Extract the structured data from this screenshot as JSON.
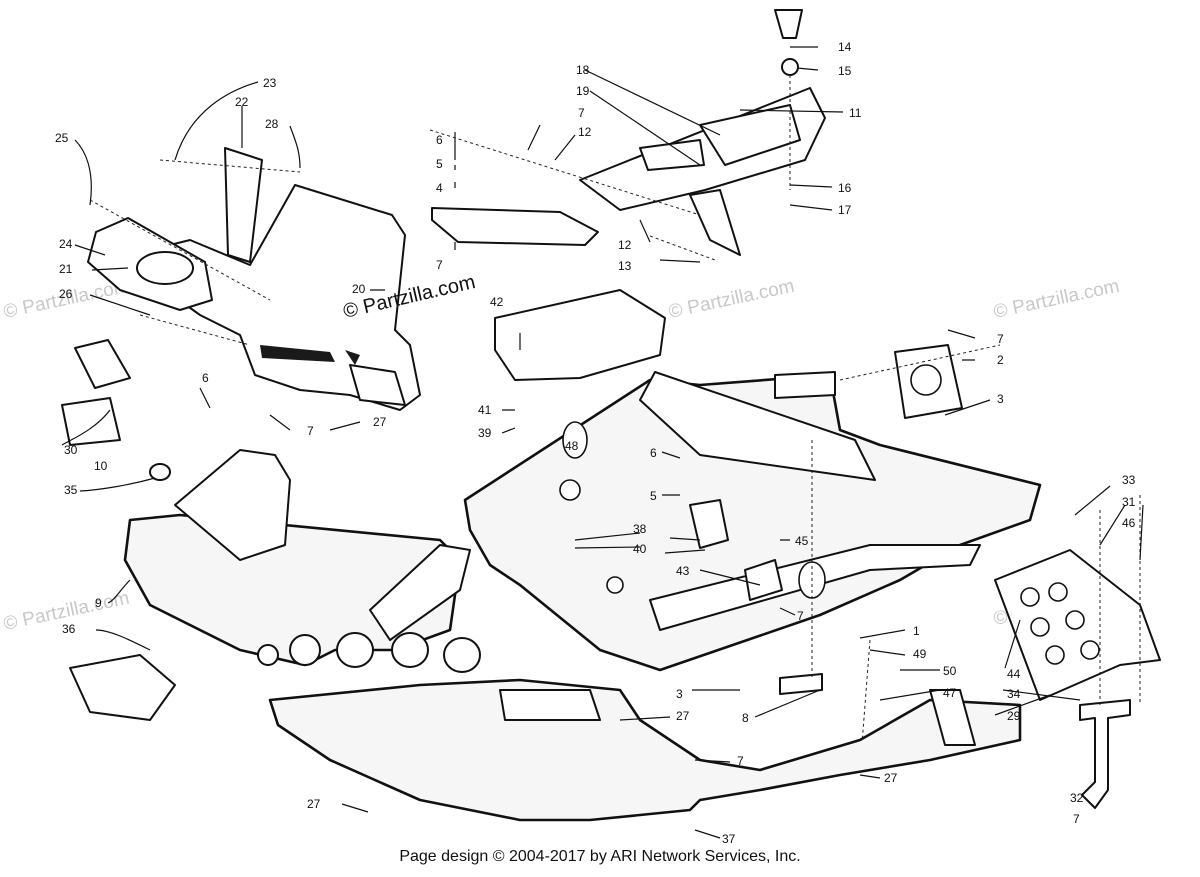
{
  "watermarks": {
    "main": "© Partzilla.com",
    "faint": "© Partzilla.com"
  },
  "footer": {
    "text": "Page design © 2004-2017 by ARI Network Services, Inc."
  },
  "callouts": {
    "c1": "1",
    "c2": "2",
    "c3a": "3",
    "c3b": "3",
    "c4": "4",
    "c5a": "5",
    "c5b": "5",
    "c6a": "6",
    "c6b": "6",
    "c6c": "6",
    "c7a": "7",
    "c7b": "7",
    "c7c": "7",
    "c7d": "7",
    "c7e": "7",
    "c7f": "7",
    "c7g": "7",
    "c8": "8",
    "c9": "9",
    "c10": "10",
    "c11": "11",
    "c12a": "12",
    "c12b": "12",
    "c13": "13",
    "c14": "14",
    "c15": "15",
    "c16": "16",
    "c17": "17",
    "c18": "18",
    "c19": "19",
    "c20": "20",
    "c21": "21",
    "c22": "22",
    "c23": "23",
    "c24": "24",
    "c25": "25",
    "c26": "26",
    "c27a": "27",
    "c27b": "27",
    "c27c": "27",
    "c27d": "27",
    "c28": "28",
    "c29": "29",
    "c30": "30",
    "c31": "31",
    "c32": "32",
    "c33": "33",
    "c34": "34",
    "c35": "35",
    "c36": "36",
    "c37": "37",
    "c38": "38",
    "c39": "39",
    "c40": "40",
    "c41": "41",
    "c42": "42",
    "c43": "43",
    "c44": "44",
    "c45": "45",
    "c46": "46",
    "c47": "47",
    "c48": "48",
    "c49": "49",
    "c50": "50"
  }
}
